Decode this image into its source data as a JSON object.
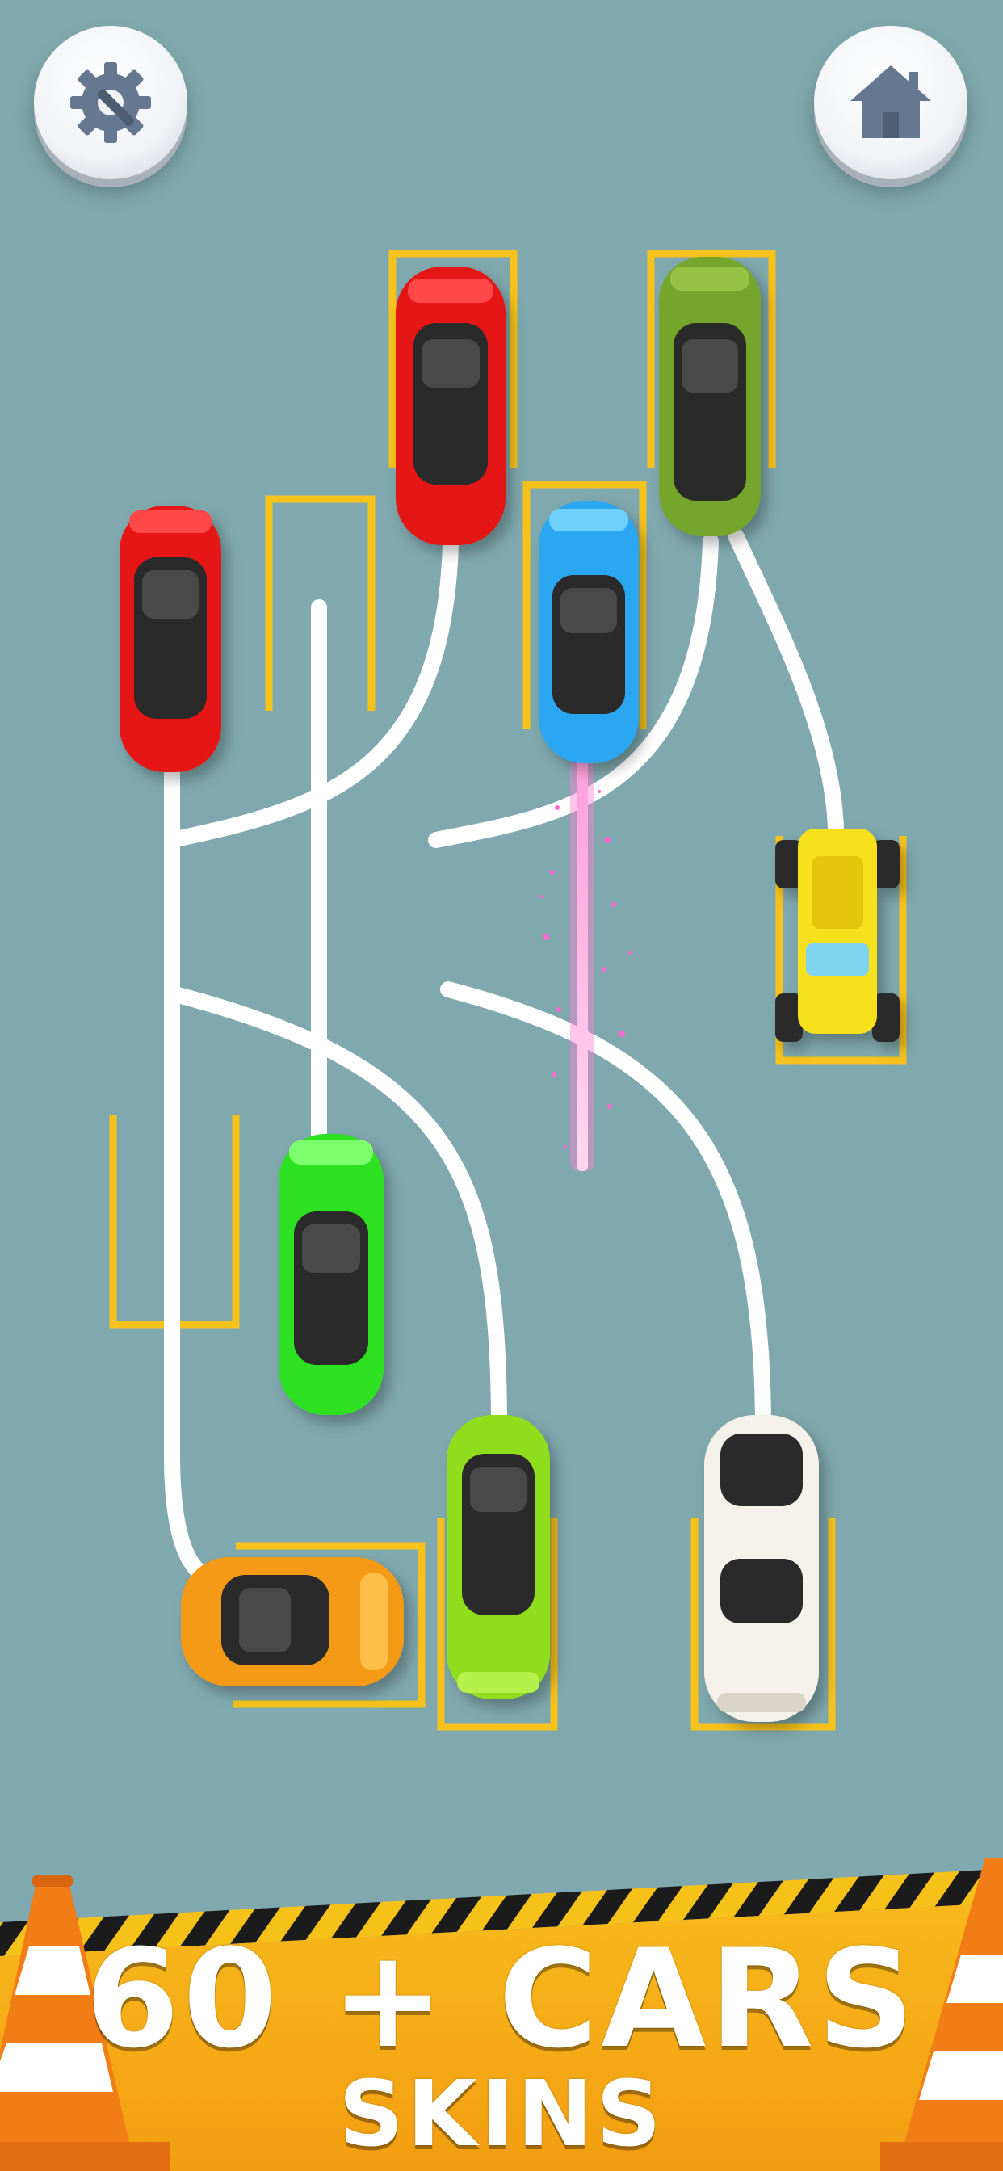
{
  "controls": {
    "settings_icon": "gear-wrench-icon",
    "home_icon": "home-icon"
  },
  "banner": {
    "headline": "60 + CARS",
    "subline": "SKINS"
  },
  "colors": {
    "background": "#7fa9ae",
    "parking_lines": "#f7c21b",
    "path_lines": "#ffffff",
    "banner": "#f6b11a",
    "laser": "#ff8fd6"
  },
  "cars": [
    {
      "id": "red-sports-top",
      "color": "#e41414"
    },
    {
      "id": "olive-green-sedan",
      "color": "#74a52b"
    },
    {
      "id": "red-sports-left",
      "color": "#e61717"
    },
    {
      "id": "blue-hatchback",
      "color": "#2aa7f0"
    },
    {
      "id": "yellow-monster-truck",
      "color": "#f6e11a"
    },
    {
      "id": "bright-green-sports",
      "color": "#2ee024"
    },
    {
      "id": "lime-green-sedan",
      "color": "#8fdd1d"
    },
    {
      "id": "white-sedan",
      "color": "#f4f1ea"
    },
    {
      "id": "orange-convertible",
      "color": "#f59a12"
    }
  ]
}
